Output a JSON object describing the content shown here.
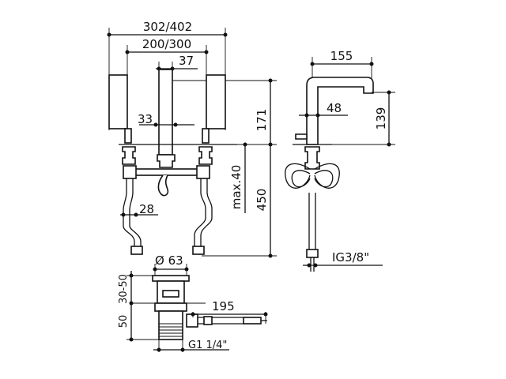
{
  "drawing": {
    "front_view": {
      "overall_width": "302/402",
      "center_distance": "200/300",
      "spout_width": "37",
      "body_width": "33",
      "height_top": "171",
      "max_thickness": "max.40",
      "hose_length": "450",
      "hose_width": "28"
    },
    "side_view": {
      "spout_reach": "155",
      "spout_height": "139",
      "body_depth": "48",
      "connection": "IG3/8\""
    },
    "waste": {
      "diameter": "Ø 63",
      "adjust_range": "30-50",
      "height": "50",
      "rod_length": "195",
      "thread": "G1 1/4\""
    }
  }
}
